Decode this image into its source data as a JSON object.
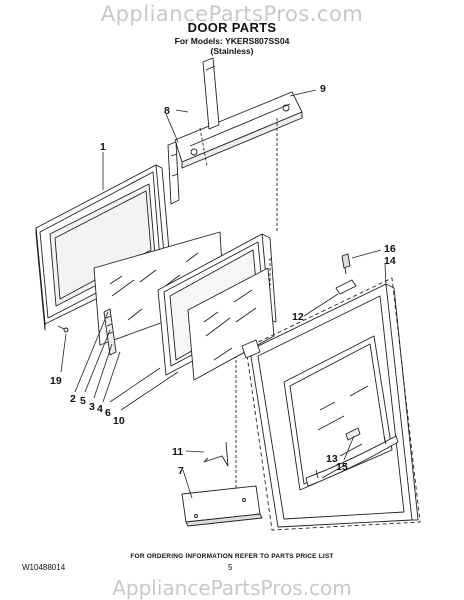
{
  "watermark": "AppliancePartsPros.com",
  "title": "DOOR PARTS",
  "subtitle_line1": "For Models: YKERS807SS04",
  "subtitle_line2": "(Stainless)",
  "footer_note": "FOR ORDERING INFORMATION REFER TO PARTS PRICE LIST",
  "doc_number": "W10488014",
  "page_number": "5",
  "callouts": {
    "c1": "1",
    "c2": "2",
    "c3": "3",
    "c4": "4",
    "c5": "5",
    "c6": "6",
    "c7": "7",
    "c8": "8",
    "c9": "9",
    "c10": "10",
    "c11": "11",
    "c12": "12",
    "c13": "13",
    "c14": "14",
    "c15": "15",
    "c16": "16",
    "c19": "19"
  }
}
